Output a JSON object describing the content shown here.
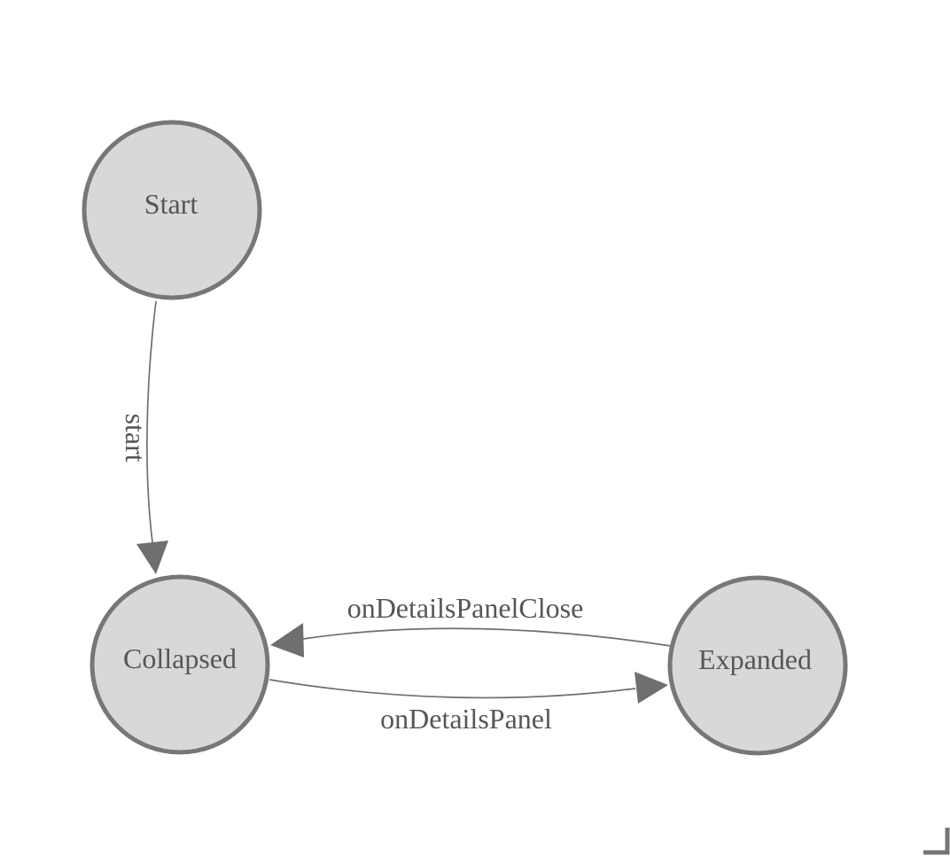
{
  "diagram": {
    "type": "state-machine",
    "nodes": [
      {
        "id": "start",
        "label": "Start"
      },
      {
        "id": "collapsed",
        "label": "Collapsed"
      },
      {
        "id": "expanded",
        "label": "Expanded"
      }
    ],
    "edges": [
      {
        "from": "start",
        "to": "collapsed",
        "label": "start"
      },
      {
        "from": "expanded",
        "to": "collapsed",
        "label": "onDetailsPanelClose"
      },
      {
        "from": "collapsed",
        "to": "expanded",
        "label": "onDetailsPanel"
      }
    ],
    "colors": {
      "background": "#ffffff",
      "node_fill": "#d8d8d8",
      "node_stroke": "#777777",
      "edge_stroke": "#6f6f6f",
      "arrow_fill": "#6f6f6f",
      "label_text": "#55565a",
      "corner_mark": "#757575"
    }
  }
}
